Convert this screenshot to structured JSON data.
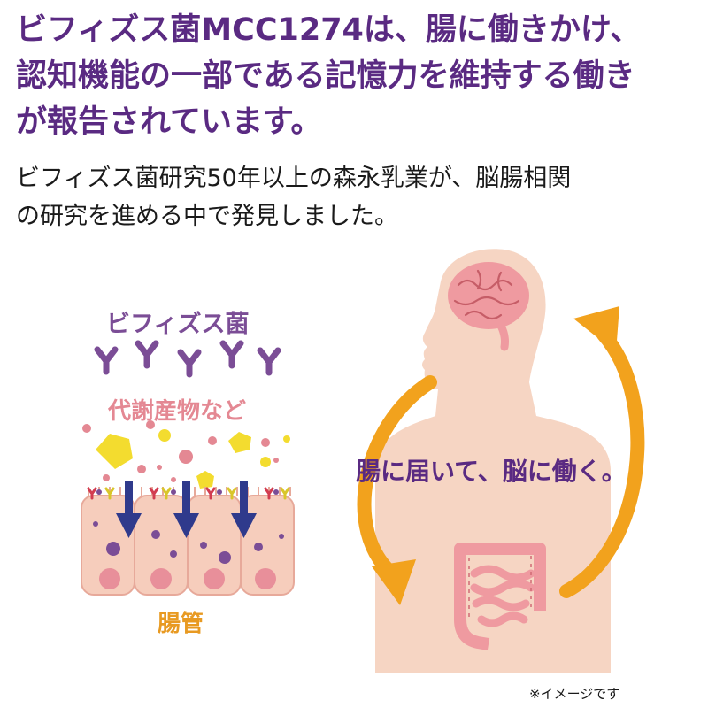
{
  "headline": {
    "lines": [
      "ビフィズス菌MCC1274は、腸に働きかけ、",
      "認知機能の一部である記憶力を維持する働き",
      "が報告されています。"
    ]
  },
  "subtext": {
    "lines": [
      "ビフィズス菌研究50年以上の森永乳業が、脳腸相関",
      "の研究を進める中で発見しました。"
    ]
  },
  "diagram": {
    "bifidobacteria_label": "ビフィズス菌",
    "metabolites_label": "代謝産物など",
    "intestine_label": "腸管",
    "center_caption": "腸に届いて、脳に働く。"
  },
  "note": "※イメージです",
  "colors": {
    "headline": "#5a2a82",
    "bacteria": "#7b4d96",
    "metabolite_pink": "#e48893",
    "intestine_orange": "#e89a22",
    "arrow_orange": "#f2a21d",
    "body_skin": "#f6d5c3",
    "organ_pink": "#ef9aa0",
    "down_arrow_navy": "#2f3a8c"
  }
}
